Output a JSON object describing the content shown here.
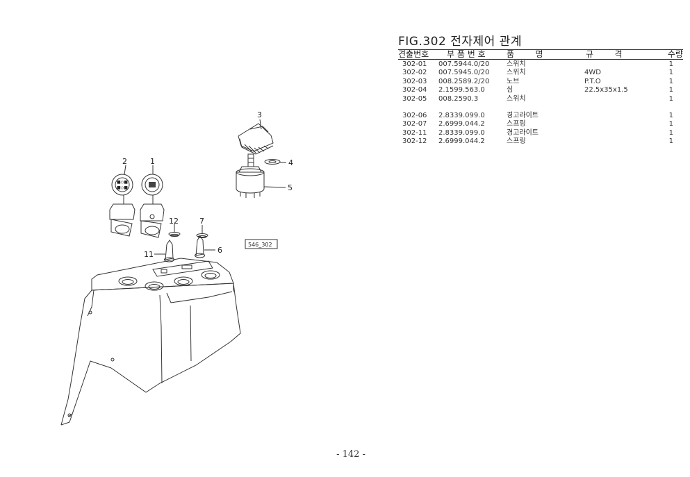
{
  "figure": {
    "title": "FIG.302 전자제어 관계"
  },
  "table": {
    "headers": [
      "견출번호",
      "부 품 번 호",
      "품        명",
      "규        격",
      "수량"
    ],
    "group1": [
      {
        "no": "302-01",
        "part_no": "007.5944.0/20",
        "name": "스위치",
        "spec": "",
        "qty": "1"
      },
      {
        "no": "302-02",
        "part_no": "007.5945.0/20",
        "name": "스위치",
        "spec": "4WD",
        "qty": "1"
      },
      {
        "no": "302-03",
        "part_no": "008.2589.2/20",
        "name": "노브",
        "spec": "P.T.O",
        "qty": "1"
      },
      {
        "no": "302-04",
        "part_no": "2.1599.563.0",
        "name": "심",
        "spec": "22.5x35x1.5",
        "qty": "1"
      },
      {
        "no": "302-05",
        "part_no": "008.2590.3",
        "name": "스위치",
        "spec": "",
        "qty": "1"
      }
    ],
    "group2": [
      {
        "no": "302-06",
        "part_no": "2.8339.099.0",
        "name": "경고라이트",
        "spec": "",
        "qty": "1"
      },
      {
        "no": "302-07",
        "part_no": "2.6999.044.2",
        "name": "스프링",
        "spec": "",
        "qty": "1"
      },
      {
        "no": "302-11",
        "part_no": "2.8339.099.0",
        "name": "경고라이트",
        "spec": "",
        "qty": "1"
      },
      {
        "no": "302-12",
        "part_no": "2.6999.044.2",
        "name": "스프링",
        "spec": "",
        "qty": "1"
      }
    ]
  },
  "diagram": {
    "callouts": [
      "1",
      "2",
      "3",
      "4",
      "5",
      "6",
      "7",
      "11",
      "12"
    ],
    "drawing_ref": "546_302"
  },
  "footer": {
    "page_number": "- 142 -"
  }
}
